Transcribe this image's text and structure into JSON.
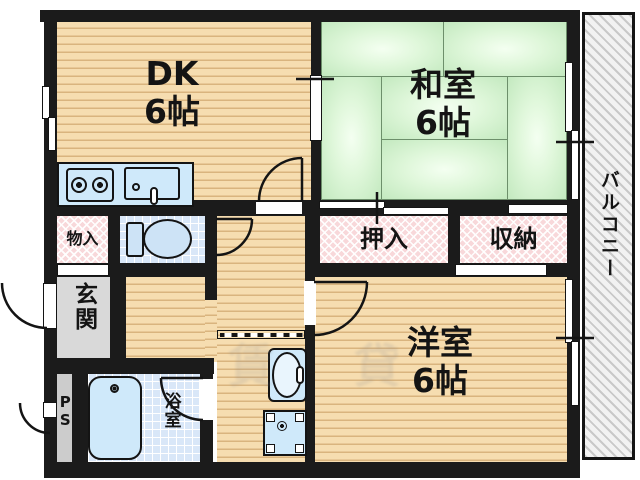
{
  "rooms": {
    "dk": {
      "label": "DK",
      "size": "6帖"
    },
    "washitsu": {
      "label": "和室",
      "size": "6帖"
    },
    "youshitsu": {
      "label": "洋室",
      "size": "6帖"
    },
    "oshiire": {
      "label": "押入"
    },
    "shuunou": {
      "label": "収納"
    },
    "monoire": {
      "label": "物入"
    },
    "genkan": {
      "label": "玄関"
    },
    "yokushitsu": {
      "label": "浴室"
    },
    "ps": {
      "label": "PS"
    },
    "balcony": {
      "label": "バルコニー"
    }
  },
  "fixtures": [
    "kitchen-counter",
    "two-burner-stove",
    "kitchen-sink",
    "toilet",
    "bathtub",
    "washbasin",
    "washing-machine-pan"
  ],
  "watermark": "賃貸",
  "colors": {
    "wall": "#1b1b1b",
    "wood_floor": "#f6ddb0",
    "tatami_green": "#c9ecc5",
    "closet_pink": "#f8d8da",
    "tile_blue": "#d9e7f8",
    "fixture_blue": "#cfe9fa",
    "genkan_gray": "#d9d9d9",
    "balcony_gray": "#ececec"
  }
}
